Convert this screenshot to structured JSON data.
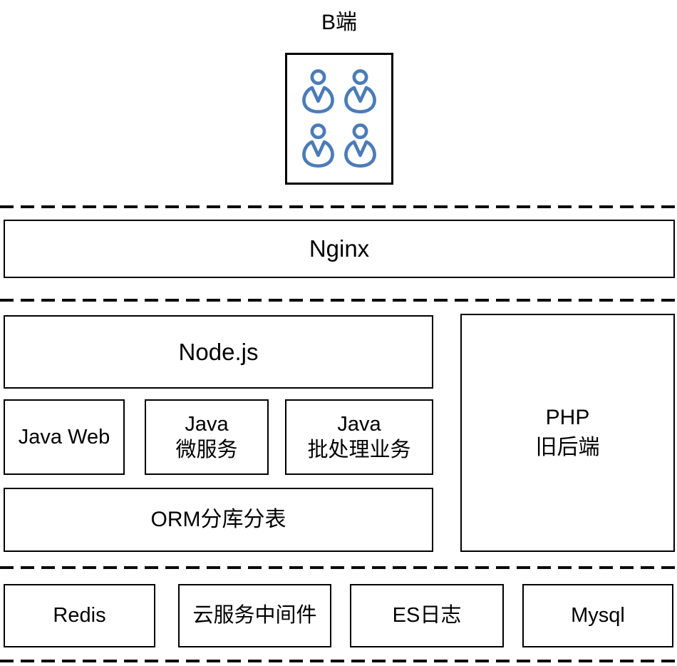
{
  "colors": {
    "accent_blue": "#4b7cb8",
    "line_black": "#000000"
  },
  "client": {
    "label": "B端",
    "icon": "user-icon",
    "icon_count": 4
  },
  "gateway": {
    "label": "Nginx"
  },
  "services": {
    "nodejs": {
      "label": "Node.js"
    },
    "java_web": {
      "label": "Java Web"
    },
    "java_microservice": {
      "line1": "Java",
      "line2": "微服务"
    },
    "java_batch": {
      "line1": "Java",
      "line2": "批处理业务"
    },
    "orm": {
      "label": "ORM分库分表"
    },
    "php": {
      "line1": "PHP",
      "line2": "旧后端"
    }
  },
  "infrastructure": {
    "redis": {
      "label": "Redis"
    },
    "cloud_middleware": {
      "label": "云服务中间件"
    },
    "es_log": {
      "label": "ES日志"
    },
    "mysql": {
      "label": "Mysql"
    }
  }
}
